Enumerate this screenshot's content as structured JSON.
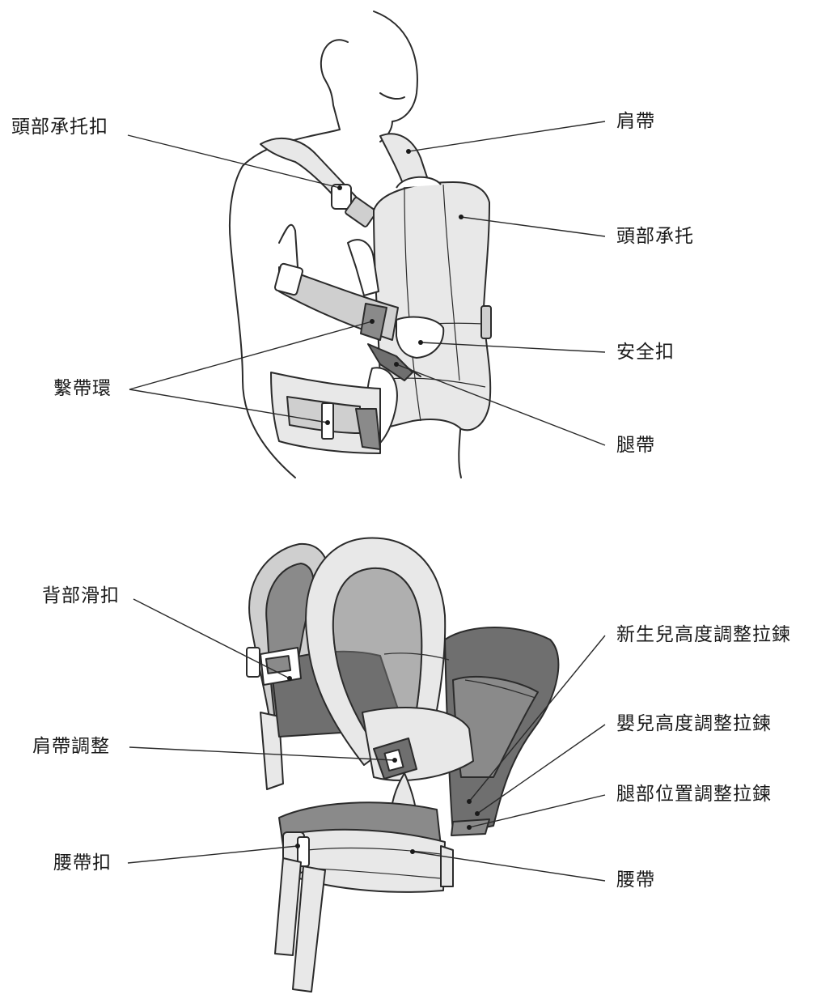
{
  "labels": {
    "top": {
      "head_support_buckle": "頭部承托扣",
      "shoulder_strap": "肩帶",
      "head_support": "頭部承托",
      "safety_buckle": "安全扣",
      "strap_loops": "繫帶環",
      "leg_strap": "腿帶"
    },
    "bottom": {
      "back_slide_buckle": "背部滑扣",
      "newborn_height_zipper": "新生兒高度調整拉鍊",
      "shoulder_strap_adjust": "肩帶調整",
      "baby_height_zipper": "嬰兒高度調整拉鍊",
      "leg_position_zipper": "腿部位置調整拉鍊",
      "waist_belt_buckle": "腰帶扣",
      "waist_belt": "腰帶"
    }
  }
}
